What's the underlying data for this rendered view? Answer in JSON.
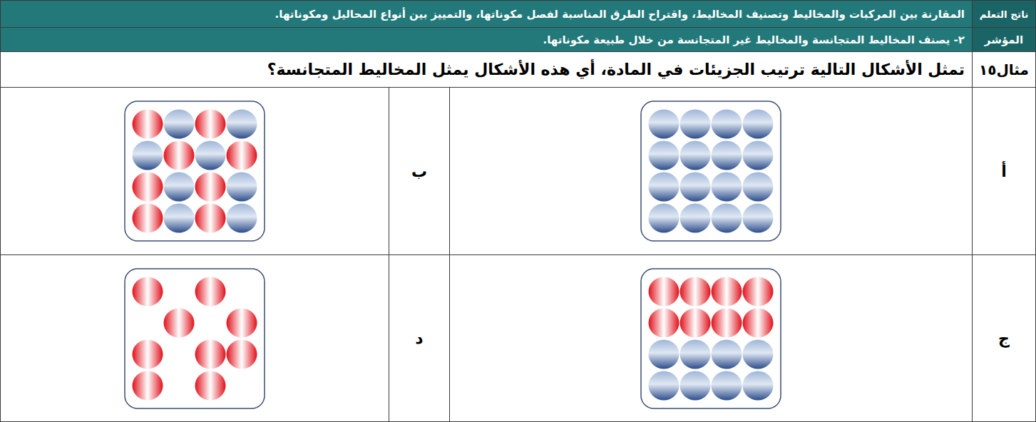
{
  "diagram": {
    "labels": [
      "ناتج التعلم",
      "المقارنة بين المركبات والمخاليط وتصنيف المخاليط، واقتراح الطرق المناسبة لفصل مكوناتها، والتمييز بين أنواع المحاليل ومكوناتها.",
      "المؤشر",
      "٢- يصنف المخاليط المتجانسة والمخاليط غير المتجانسة من خلال طبيعة مكوناتها.",
      "مثال١٥",
      "تمثل الأشكال التالية ترتيب الجزيئات في المادة، أي هذه الأشكال يمثل المخاليط المتجانسة؟",
      "أ",
      "ب",
      "ج",
      "د"
    ]
  }
}
